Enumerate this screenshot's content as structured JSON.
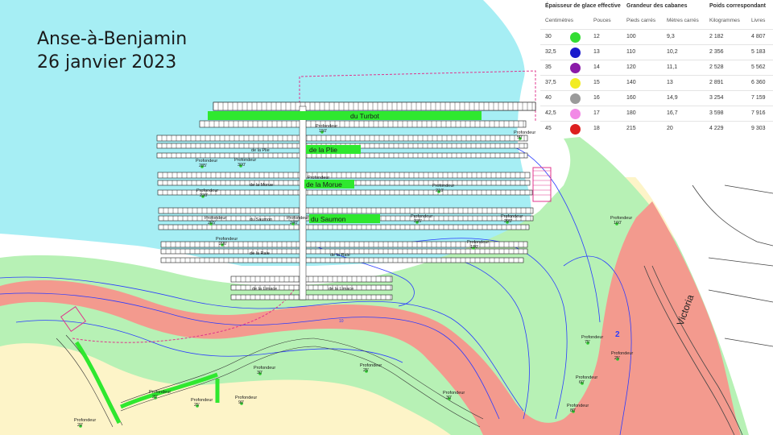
{
  "title": {
    "place": "Anse-à-Benjamin",
    "date": "26 janvier 2023"
  },
  "legend": {
    "groups": {
      "ice": "Épaisseur de glace effective",
      "cabin": "Grandeur des cabanes",
      "weight": "Poids correspondant"
    },
    "columns": [
      "Centimètres",
      "Pouces",
      "Pieds carrés",
      "Mètres carrés",
      "Kilogrammes",
      "Livres"
    ],
    "rows": [
      {
        "cm": "30",
        "color": "#33dd33",
        "in": "12",
        "sqft": "100",
        "sqm": "9,3",
        "kg": "2 182",
        "lb": "4 807"
      },
      {
        "cm": "32,5",
        "color": "#1a1acc",
        "in": "13",
        "sqft": "110",
        "sqm": "10,2",
        "kg": "2 356",
        "lb": "5 183"
      },
      {
        "cm": "35",
        "color": "#8a1aa8",
        "in": "14",
        "sqft": "120",
        "sqm": "11,1",
        "kg": "2 528",
        "lb": "5 562"
      },
      {
        "cm": "37,5",
        "color": "#f2ec22",
        "in": "15",
        "sqft": "140",
        "sqm": "13",
        "kg": "2 891",
        "lb": "6 360"
      },
      {
        "cm": "40",
        "color": "#9a9a9a",
        "in": "16",
        "sqft": "160",
        "sqm": "14,9",
        "kg": "3 254",
        "lb": "7 159"
      },
      {
        "cm": "42,5",
        "color": "#f28ae6",
        "in": "17",
        "sqft": "180",
        "sqm": "16,7",
        "kg": "3 598",
        "lb": "7 916"
      },
      {
        "cm": "45",
        "color": "#dd1f1f",
        "in": "18",
        "sqft": "215",
        "sqm": "20",
        "kg": "4 229",
        "lb": "9 303"
      }
    ]
  },
  "streets": [
    {
      "name": "du Turbot"
    },
    {
      "name": "de la Plie"
    },
    {
      "name": "de la Morue"
    },
    {
      "name": "du Saumon"
    },
    {
      "name": "de la Raie"
    },
    {
      "name": "de la Limace"
    }
  ],
  "small_labels": {
    "depth_word": "Profondeur",
    "plie_small": "de la Plie",
    "morue_small": "de la Morue",
    "saumon_small": "du Saumon",
    "raie_left": "de la Raie",
    "raie_right": "de la Raie",
    "limace_left": "de la Limace",
    "limace_right": "de la Limace"
  },
  "depths": [
    {
      "value": "150'",
      "point": "green"
    },
    {
      "value": "285'",
      "point": "green"
    },
    {
      "value": "300'",
      "point": "green"
    },
    {
      "value": "230'",
      "point": "green"
    },
    {
      "value": "225'",
      "point": "green"
    },
    {
      "value": "210'",
      "point": "green"
    },
    {
      "value": "265'",
      "point": "green"
    },
    {
      "value": "240'",
      "point": "green"
    },
    {
      "value": "235'",
      "point": "green"
    },
    {
      "value": "205'",
      "point": "green"
    },
    {
      "value": "200'",
      "point": "green"
    },
    {
      "value": "180'",
      "point": "green"
    },
    {
      "value": "50'",
      "point": "green"
    },
    {
      "value": "160'",
      "point": "green"
    },
    {
      "value": "75'",
      "point": "green"
    },
    {
      "value": "25'",
      "point": "green"
    },
    {
      "value": "60'",
      "point": "green"
    },
    {
      "value": "80'",
      "point": "green"
    },
    {
      "value": "25'",
      "point": "green"
    },
    {
      "value": "30'",
      "point": "green"
    },
    {
      "value": "30'",
      "point": "green"
    },
    {
      "value": "20'",
      "point": "green"
    },
    {
      "value": "25'",
      "point": "green"
    },
    {
      "value": "90'",
      "point": "green"
    },
    {
      "value": "20'",
      "point": "green"
    }
  ],
  "road_label": "Victoria",
  "road_number": "2",
  "marker_label": "10",
  "colors": {
    "water": "#a6eef4",
    "shore": "#ffffff",
    "green_zone": "#b7f1b5",
    "red_zone": "#f39a8e",
    "yellow_zone": "#fdf4c8",
    "street_green": "#2fe82f",
    "contour": "#2a3cff",
    "magenta": "#e0348c",
    "grid": "#1a1a1a"
  }
}
